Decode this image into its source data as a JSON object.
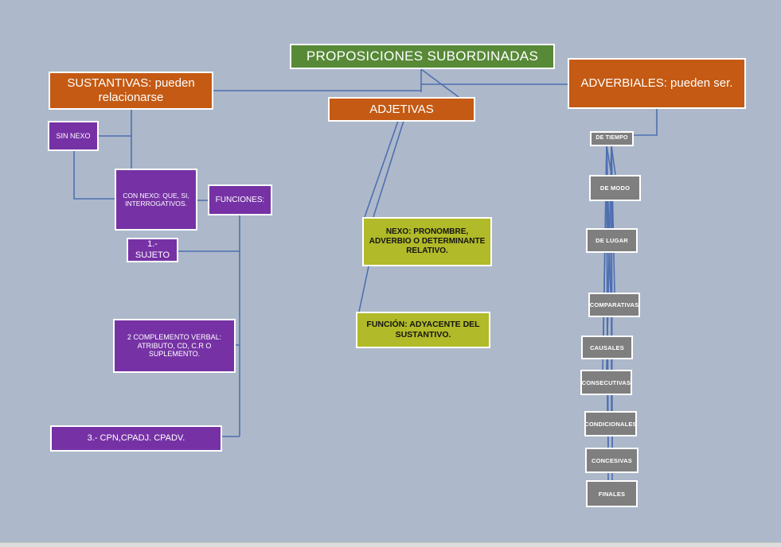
{
  "diagram": {
    "title": "PROPOSICIONES SUBORDINADAS",
    "branches": {
      "sustantivas": {
        "label": "SUSTANTIVAS: pueden relacionarse",
        "children": {
          "sin_nexo": "SIN NEXO",
          "con_nexo": "CON NEXO: QUE, SI, INTERROGATIVOS.",
          "funciones": "FUNCIONES:",
          "sujeto": "1.- SUJETO",
          "complemento": "2 COMPLEMENTO VERBAL: ATRIBUTO, CD, C.R O SUPLEMENTO.",
          "cpn": "3.- CPN,CPADJ. CPADV."
        }
      },
      "adjetivas": {
        "label": "ADJETIVAS",
        "nexo_note": "NEXO: PRONOMBRE, ADVERBIO O DETERMINANTE RELATIVO.",
        "funcion_note": "FUNCIÓN: ADYACENTE DEL SUSTANTIVO."
      },
      "adverbiales": {
        "label": "ADVERBIALES: pueden ser.",
        "types": [
          "DE TIEMPO",
          "DE MODO",
          "DE LUGAR",
          "COMPARATIVAS",
          "CAUSALES",
          "CONSECUTIVAS",
          "CONDICIONALES",
          "CONCESIVAS",
          "FINALES"
        ]
      }
    },
    "colors": {
      "background": "#adb9ca",
      "connector": "#4f6fb1",
      "title_green": "#578937",
      "branch_orange": "#c45a13",
      "detail_purple": "#7632a5",
      "note_olive": "#b1ba28",
      "type_gray": "#7f7f7f",
      "footer_strip": "#dcdedd"
    }
  }
}
